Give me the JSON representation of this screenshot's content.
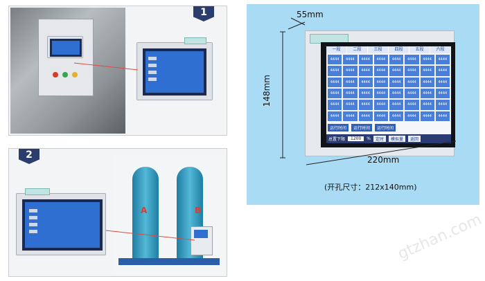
{
  "badges": {
    "one": "1",
    "two": "2"
  },
  "spec": {
    "depth": "55mm",
    "height": "148mm",
    "width": "220mm",
    "cutout": "(开孔尺寸：212x140mm)"
  },
  "tank_labels": {
    "a": "A",
    "b": "B"
  },
  "screen": {
    "tabs": [
      "一段",
      "二段",
      "三段",
      "四段",
      "五段",
      "六段"
    ],
    "cell_label": "4444",
    "row_labels": [
      "运行时间",
      "运行时间",
      "运行时间"
    ],
    "bottom_label": "总置下限",
    "bottom_value": "1200",
    "bottom_unit": "%",
    "buttons": [
      "定时",
      "模拟量",
      "返回"
    ]
  },
  "watermark": "gtzhan.com",
  "colors": {
    "panel_bg": "#a9dbf4",
    "badge": "#2b3d6c",
    "accent": "#2f6fd1"
  }
}
